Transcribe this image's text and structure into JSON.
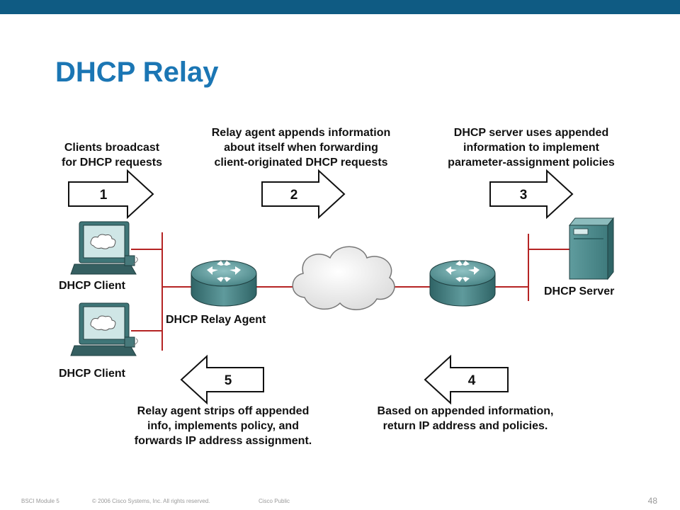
{
  "slide": {
    "title": "DHCP Relay",
    "page_number": "48"
  },
  "footer": {
    "course": "BSCI Module 5",
    "copyright": "© 2006 Cisco Systems, Inc. All rights reserved.",
    "classification": "Cisco Public"
  },
  "steps": [
    {
      "number": "1",
      "caption": "Clients broadcast\nfor DHCP requests",
      "direction": "right"
    },
    {
      "number": "2",
      "caption": "Relay agent appends information\nabout itself when forwarding\nclient-originated DHCP requests",
      "direction": "right"
    },
    {
      "number": "3",
      "caption": "DHCP server uses appended\ninformation to implement\nparameter-assignment policies",
      "direction": "right"
    },
    {
      "number": "4",
      "caption": "Based on appended information,\nreturn IP address and policies.",
      "direction": "left"
    },
    {
      "number": "5",
      "caption": "Relay agent strips off appended\ninfo, implements policy, and\nforwards IP address assignment.",
      "direction": "left"
    }
  ],
  "devices": {
    "client_1": "DHCP Client",
    "client_2": "DHCP Client",
    "relay_agent": "DHCP Relay Agent",
    "server": "DHCP Server"
  },
  "colors": {
    "topbar": "#0f5b83",
    "title": "#1b76b4",
    "link": "#b52424",
    "device": "#4e8c8e"
  }
}
